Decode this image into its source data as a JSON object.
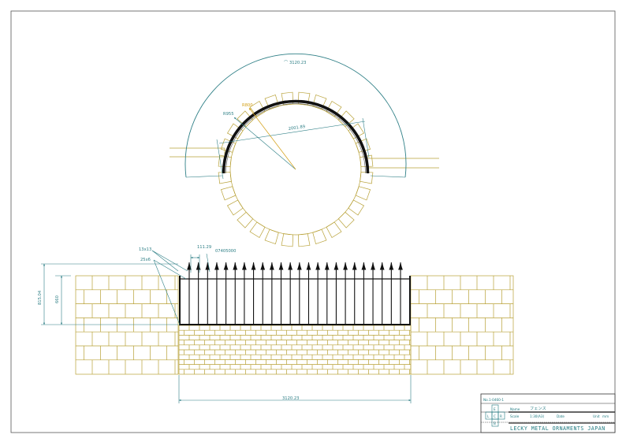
{
  "plan": {
    "arc_dimension": "3120.23",
    "radius_outer": "R955",
    "radius_inner": "R800",
    "chord_dimension": "2001.89"
  },
  "elevation": {
    "label_square_bar": "13x13",
    "label_flat_bar": "25x6",
    "label_spacing": "111.29",
    "label_part_code": "07405000",
    "height_total": "815.04",
    "height_fence": "660",
    "width_total": "3120.23",
    "picket_count": 24
  },
  "title_block": {
    "drawing_no": "1-0460-1",
    "drawing_no_prefix": "No.",
    "name_prefix": "Name",
    "name": "フェンス",
    "scale_prefix": "Scale",
    "scale": "1:30(A3)",
    "date_prefix": "Date",
    "unit_prefix": "Unit",
    "unit": "mm",
    "company": "LECKY METAL ORNAMENTS JAPAN",
    "logo_letters": [
      "L",
      "E",
      "C",
      "R",
      "B"
    ]
  },
  "colors": {
    "stone": "#b8a137",
    "dimension": "#2e7f86",
    "radius_line": "#d4a017",
    "metal": "#111111",
    "frame": "#555555"
  }
}
